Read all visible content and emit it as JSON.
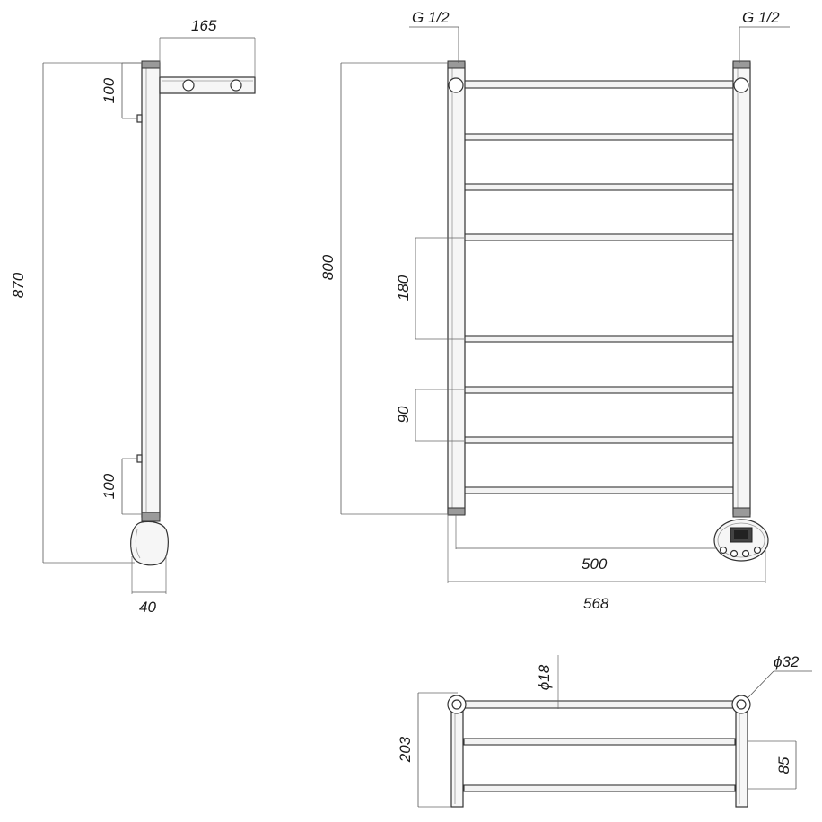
{
  "dimensions": {
    "side_depth": "165",
    "side_top_spacing": "100",
    "side_height": "870",
    "side_bottom_spacing": "100",
    "side_heater_width": "40",
    "front_height": "800",
    "rung_gap_large": "180",
    "rung_gap_small": "90",
    "center_width": "500",
    "overall_width": "568",
    "thread_left": "G 1/2",
    "thread_right": "G 1/2",
    "rung_diameter": "ϕ18",
    "post_diameter": "ϕ32",
    "top_depth": "203",
    "top_spacing": "85"
  },
  "colors": {
    "line": "#333333",
    "pipe_fill": "#f6f6f6",
    "cap_fill": "#9a9a9a"
  }
}
